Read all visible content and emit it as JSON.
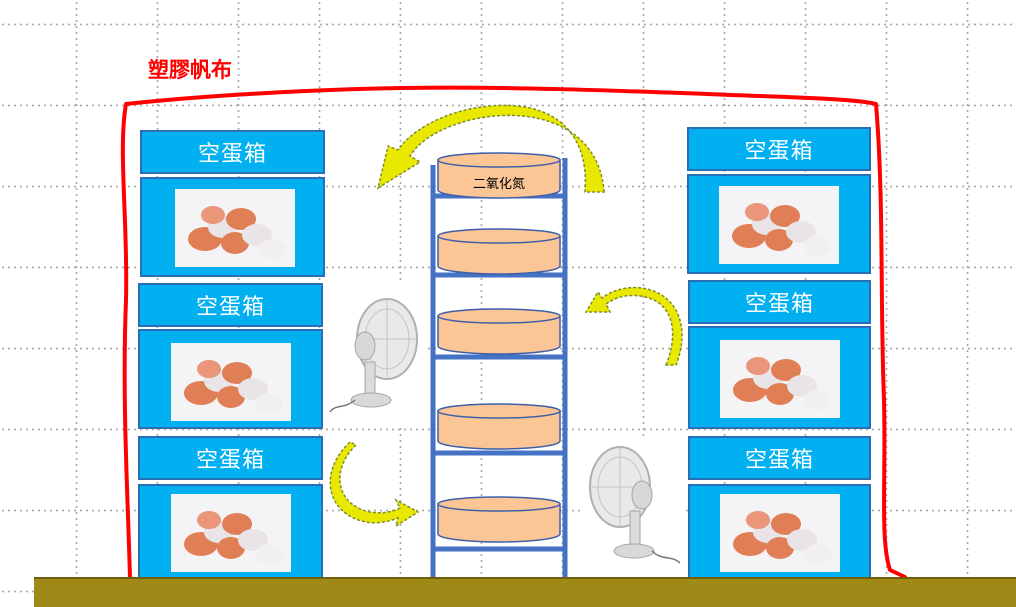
{
  "tarp_label": "塑膠帆布",
  "co2_label": "二氧化氮",
  "box_label": "空蛋箱",
  "colors": {
    "tarp": "#ff0000",
    "box_fill": "#00b0f0",
    "box_border": "#2a6fb5",
    "shelf": "#4472c4",
    "tray": "#fbc596",
    "arrow": "#e8e800",
    "ground": "#a08a17"
  }
}
